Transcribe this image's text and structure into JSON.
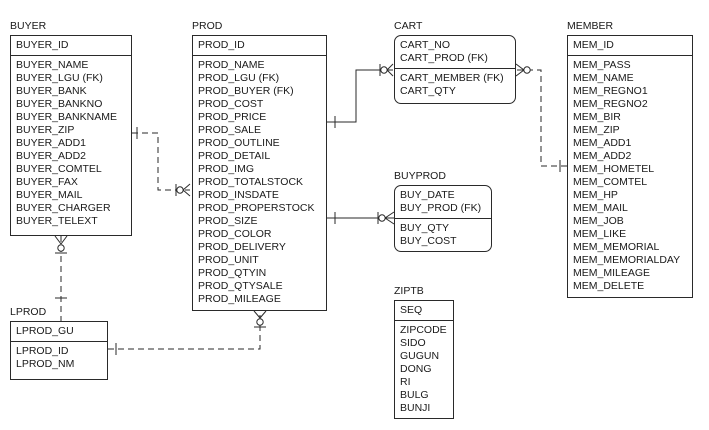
{
  "entities": {
    "buyer": {
      "title": "BUYER",
      "pk": [
        "BUYER_ID"
      ],
      "attrs": [
        "BUYER_NAME",
        "BUYER_LGU (FK)",
        "BUYER_BANK",
        "BUYER_BANKNO",
        "BUYER_BANKNAME",
        "BUYER_ZIP",
        "BUYER_ADD1",
        "BUYER_ADD2",
        "BUYER_COMTEL",
        "BUYER_FAX",
        "BUYER_MAIL",
        "BUYER_CHARGER",
        "BUYER_TELEXT"
      ]
    },
    "prod": {
      "title": "PROD",
      "pk": [
        "PROD_ID"
      ],
      "attrs": [
        "PROD_NAME",
        "PROD_LGU (FK)",
        "PROD_BUYER (FK)",
        "PROD_COST",
        "PROD_PRICE",
        "PROD_SALE",
        "PROD_OUTLINE",
        "PROD_DETAIL",
        "PROD_IMG",
        "PROD_TOTALSTOCK",
        "PROD_INSDATE",
        "PROD_PROPERSTOCK",
        "PROD_SIZE",
        "PROD_COLOR",
        "PROD_DELIVERY",
        "PROD_UNIT",
        "PROD_QTYIN",
        "PROD_QTYSALE",
        "PROD_MILEAGE"
      ]
    },
    "cart": {
      "title": "CART",
      "pk": [
        "CART_NO",
        "CART_PROD (FK)"
      ],
      "attrs": [
        "CART_MEMBER (FK)",
        "CART_QTY"
      ]
    },
    "member": {
      "title": "MEMBER",
      "pk": [
        "MEM_ID"
      ],
      "attrs": [
        "MEM_PASS",
        "MEM_NAME",
        "MEM_REGNO1",
        "MEM_REGNO2",
        "MEM_BIR",
        "MEM_ZIP",
        "MEM_ADD1",
        "MEM_ADD2",
        "MEM_HOMETEL",
        "MEM_COMTEL",
        "MEM_HP",
        "MEM_MAIL",
        "MEM_JOB",
        "MEM_LIKE",
        "MEM_MEMORIAL",
        "MEM_MEMORIALDAY",
        "MEM_MILEAGE",
        "MEM_DELETE"
      ]
    },
    "buyprod": {
      "title": "BUYPROD",
      "pk": [
        "BUY_DATE",
        "BUY_PROD (FK)"
      ],
      "attrs": [
        "BUY_QTY",
        "BUY_COST"
      ]
    },
    "ziptb": {
      "title": "ZIPTB",
      "pk": [
        "SEQ"
      ],
      "attrs": [
        "ZIPCODE",
        "SIDO",
        "GUGUN",
        "DONG",
        "RI",
        "BULG",
        "BUNJI"
      ]
    },
    "lprod": {
      "title": "LPROD",
      "pk": [
        "LPROD_GU"
      ],
      "attrs": [
        "LPROD_ID",
        "LPROD_NM"
      ]
    }
  },
  "relationships": [
    {
      "from": "buyer",
      "to": "prod",
      "style": "dashed"
    },
    {
      "from": "prod",
      "to": "cart",
      "style": "solid"
    },
    {
      "from": "member",
      "to": "cart",
      "style": "dashed"
    },
    {
      "from": "prod",
      "to": "buyprod",
      "style": "solid"
    },
    {
      "from": "buyer",
      "to": "lprod",
      "style": "dashed"
    },
    {
      "from": "lprod",
      "to": "prod",
      "style": "dashed"
    }
  ]
}
